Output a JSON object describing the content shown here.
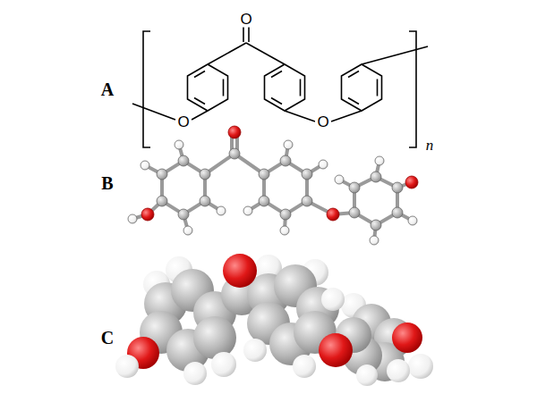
{
  "diagram": {
    "labels": [
      "O",
      "A",
      "O",
      "O",
      "n",
      "B",
      "C"
    ]
  }
}
